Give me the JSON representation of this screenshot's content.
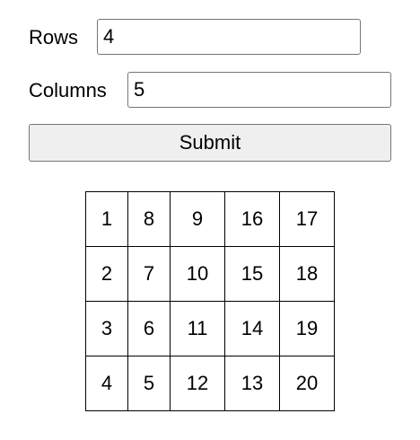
{
  "form": {
    "rows_label": "Rows",
    "rows_value": "4",
    "columns_label": "Columns",
    "columns_value": "5",
    "submit_label": "Submit"
  },
  "grid": {
    "rows": [
      [
        "1",
        "8",
        "9",
        "16",
        "17"
      ],
      [
        "2",
        "7",
        "10",
        "15",
        "18"
      ],
      [
        "3",
        "6",
        "11",
        "14",
        "19"
      ],
      [
        "4",
        "5",
        "12",
        "13",
        "20"
      ]
    ]
  }
}
